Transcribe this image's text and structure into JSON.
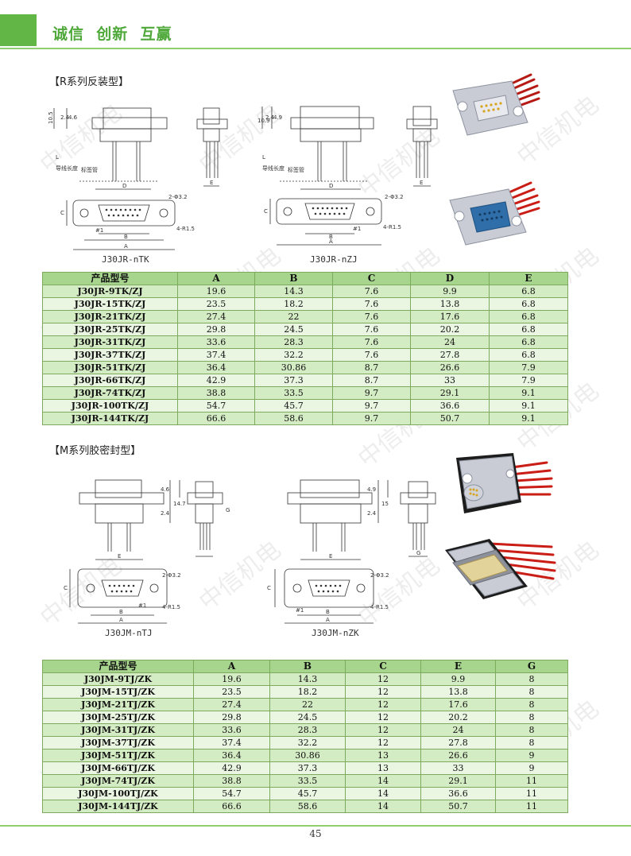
{
  "header": {
    "slogan": "诚信  创新  互赢"
  },
  "watermark": "中信机电",
  "section_r": {
    "title": "【R系列反装型】",
    "drawing_left": {
      "caption": "J30JR-nTK",
      "label_tube": "标签管",
      "label_wire": "导线长度",
      "dims": {
        "d105": "10.5",
        "d24": "2.4",
        "d46": "4.6",
        "L": "L",
        "D": "D",
        "E": "E",
        "C": "C",
        "B": "B",
        "A": "A",
        "hole": "2-Φ3.2",
        "radius": "4-R1.5",
        "pin1": "#1"
      }
    },
    "drawing_right": {
      "caption": "J30JR-nZJ",
      "label_tube": "标签管",
      "label_wire": "导线长度",
      "dims": {
        "d109": "10.9",
        "d24": "2.4",
        "d49": "4.9",
        "L": "L",
        "D": "D",
        "E": "E",
        "C": "C",
        "B": "B",
        "A": "A",
        "hole": "2-Φ3.2",
        "radius": "4-R1.5",
        "pin1": "#1"
      }
    },
    "table": {
      "headers": [
        "产品型号",
        "A",
        "B",
        "C",
        "D",
        "E"
      ],
      "rows": [
        [
          "J30JR-9TK/ZJ",
          "19.6",
          "14.3",
          "7.6",
          "9.9",
          "6.8"
        ],
        [
          "J30JR-15TK/ZJ",
          "23.5",
          "18.2",
          "7.6",
          "13.8",
          "6.8"
        ],
        [
          "J30JR-21TK/ZJ",
          "27.4",
          "22",
          "7.6",
          "17.6",
          "6.8"
        ],
        [
          "J30JR-25TK/ZJ",
          "29.8",
          "24.5",
          "7.6",
          "20.2",
          "6.8"
        ],
        [
          "J30JR-31TK/ZJ",
          "33.6",
          "28.3",
          "7.6",
          "24",
          "6.8"
        ],
        [
          "J30JR-37TK/ZJ",
          "37.4",
          "32.2",
          "7.6",
          "27.8",
          "6.8"
        ],
        [
          "J30JR-51TK/ZJ",
          "36.4",
          "30.86",
          "8.7",
          "26.6",
          "7.9"
        ],
        [
          "J30JR-66TK/ZJ",
          "42.9",
          "37.3",
          "8.7",
          "33",
          "7.9"
        ],
        [
          "J30JR-74TK/ZJ",
          "38.8",
          "33.5",
          "9.7",
          "29.1",
          "9.1"
        ],
        [
          "J30JR-100TK/ZJ",
          "54.7",
          "45.7",
          "9.7",
          "36.6",
          "9.1"
        ],
        [
          "J30JR-144TK/ZJ",
          "66.6",
          "58.6",
          "9.7",
          "50.7",
          "9.1"
        ]
      ]
    }
  },
  "section_m": {
    "title": "【M系列胶密封型】",
    "drawing_left": {
      "caption": "J30JM-nTJ",
      "dims": {
        "d46": "4.6",
        "d147": "14.7",
        "d24": "2.4",
        "E": "E",
        "G": "G",
        "C": "C",
        "B": "B",
        "A": "A",
        "hole": "2-Φ3.2",
        "radius": "4-R1.5",
        "pin1": "#1"
      }
    },
    "drawing_right": {
      "caption": "J30JM-nZK",
      "dims": {
        "d49": "4.9",
        "d15": "15",
        "d24": "2.4",
        "E": "E",
        "G": "G",
        "C": "C",
        "B": "B",
        "A": "A",
        "hole": "2-Φ3.2",
        "radius": "4-R1.5",
        "pin1": "#1"
      }
    },
    "table": {
      "headers": [
        "产品型号",
        "A",
        "B",
        "C",
        "E",
        "G"
      ],
      "rows": [
        [
          "J30JM-9TJ/ZK",
          "19.6",
          "14.3",
          "12",
          "9.9",
          "8"
        ],
        [
          "J30JM-15TJ/ZK",
          "23.5",
          "18.2",
          "12",
          "13.8",
          "8"
        ],
        [
          "J30JM-21TJ/ZK",
          "27.4",
          "22",
          "12",
          "17.6",
          "8"
        ],
        [
          "J30JM-25TJ/ZK",
          "29.8",
          "24.5",
          "12",
          "20.2",
          "8"
        ],
        [
          "J30JM-31TJ/ZK",
          "33.6",
          "28.3",
          "12",
          "24",
          "8"
        ],
        [
          "J30JM-37TJ/ZK",
          "37.4",
          "32.2",
          "12",
          "27.8",
          "8"
        ],
        [
          "J30JM-51TJ/ZK",
          "36.4",
          "30.86",
          "13",
          "26.6",
          "9"
        ],
        [
          "J30JM-66TJ/ZK",
          "42.9",
          "37.3",
          "13",
          "33",
          "9"
        ],
        [
          "J30JM-74TJ/ZK",
          "38.8",
          "33.5",
          "14",
          "29.1",
          "11"
        ],
        [
          "J30JM-100TJ/ZK",
          "54.7",
          "45.7",
          "14",
          "36.6",
          "11"
        ],
        [
          "J30JM-144TJ/ZK",
          "66.6",
          "58.6",
          "14",
          "50.7",
          "11"
        ]
      ]
    }
  },
  "footer": {
    "page_number": "45"
  },
  "colors": {
    "brand_green": "#62b645",
    "table_header": "#a8d58e",
    "row_odd": "#d4ecc4",
    "row_even": "#eaf6e2",
    "wire_red": "#d8251e",
    "insulator_blue": "#2f6ea8",
    "pin_gold": "#d9a520"
  }
}
